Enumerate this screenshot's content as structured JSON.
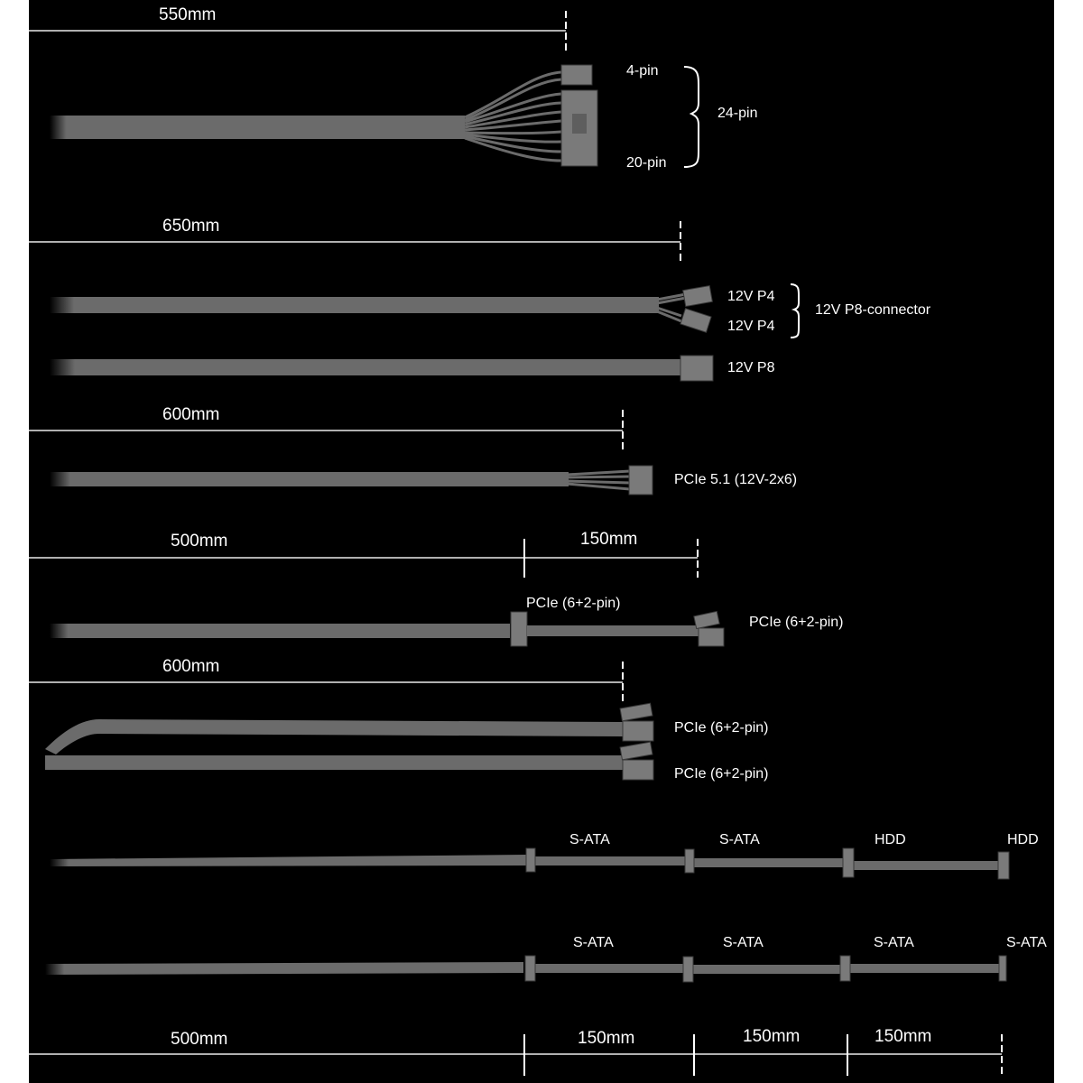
{
  "colors": {
    "background": "#000000",
    "cable": "#6b6b6b",
    "connector": "#7a7a7a",
    "text": "#ffffff",
    "measure": "#b0b0b0"
  },
  "groups": [
    {
      "id": "atx",
      "length": "550mm",
      "connectors": {
        "top": "4-pin",
        "bottom": "20-pin",
        "combined": "24-pin"
      }
    },
    {
      "id": "eps",
      "length": "650mm",
      "connectors": {
        "p4_a": "12V P4",
        "p4_b": "12V P4",
        "combined": "12V P8-connector",
        "p8": "12V P8"
      }
    },
    {
      "id": "pcie51",
      "length": "600mm",
      "connectors": {
        "main": "PCIe 5.1 (12V-2x6)"
      }
    },
    {
      "id": "pcie_daisy",
      "length_first": "500mm",
      "length_second": "150mm",
      "connectors": {
        "mid": "PCIe (6+2-pin)",
        "end": "PCIe (6+2-pin)"
      }
    },
    {
      "id": "pcie_dual",
      "length": "600mm",
      "connectors": {
        "top": "PCIe (6+2-pin)",
        "bottom": "PCIe (6+2-pin)"
      }
    },
    {
      "id": "sata_hdd",
      "connectors": [
        "S-ATA",
        "S-ATA",
        "HDD",
        "HDD"
      ]
    },
    {
      "id": "sata",
      "connectors": [
        "S-ATA",
        "S-ATA",
        "S-ATA",
        "S-ATA"
      ]
    },
    {
      "id": "peripheral_lengths",
      "segments": [
        "500mm",
        "150mm",
        "150mm",
        "150mm"
      ]
    }
  ]
}
